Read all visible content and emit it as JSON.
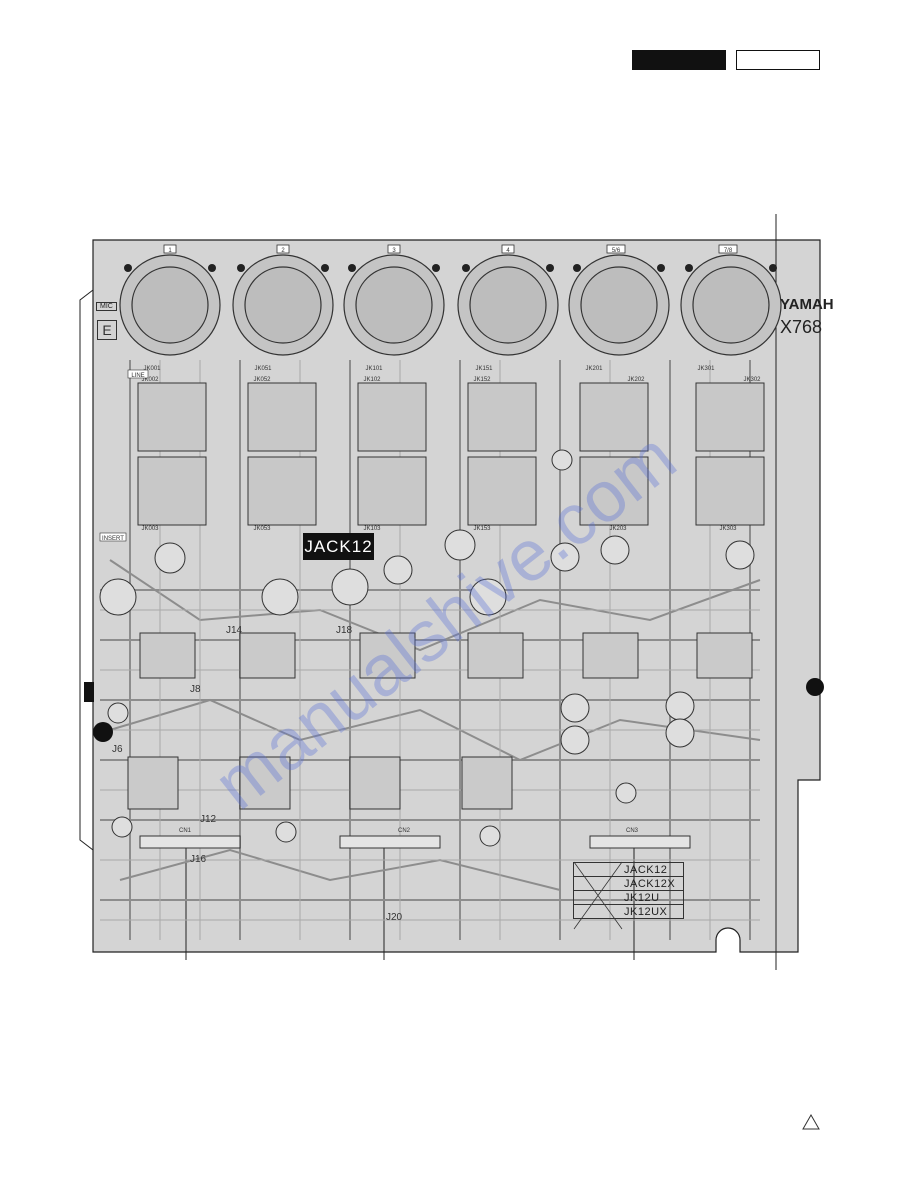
{
  "header": {
    "tab_black_text": "",
    "tab_white_text": ""
  },
  "board": {
    "jack_label": "JACK12",
    "brand": "YAMAH",
    "model": "X768",
    "mic_label": "MIC",
    "e_label": "E",
    "line_label": "LINE",
    "insert_label": "INSERT",
    "channel_numbers": [
      "1",
      "2",
      "3",
      "4",
      "5/6",
      "7/8"
    ],
    "jack_ids_top": [
      "JK001",
      "JK051",
      "JK101",
      "JK151",
      "JK201",
      "JK301"
    ],
    "jack_ids_mid": [
      "JK002",
      "JK052",
      "JK102",
      "JK152",
      "JK202",
      "JK302"
    ],
    "jack_ids_low": [
      "JK003",
      "JK053",
      "JK103",
      "JK153",
      "JK203",
      "JK303"
    ],
    "connectors": [
      "CN1",
      "CN2",
      "CN3"
    ],
    "jumper_labels": [
      "J6",
      "J8",
      "J12",
      "J14",
      "J16",
      "J18",
      "J20"
    ],
    "variants": [
      "JACK12",
      "JACK12X",
      "JK12U",
      "JK12UX"
    ]
  },
  "footer": {
    "triangle_icon": "warning-triangle-icon"
  },
  "colors": {
    "board_fill": "#cfcfcf",
    "trace": "#8a8a8a",
    "outline": "#333333",
    "watermark": "#5a6fd6"
  }
}
